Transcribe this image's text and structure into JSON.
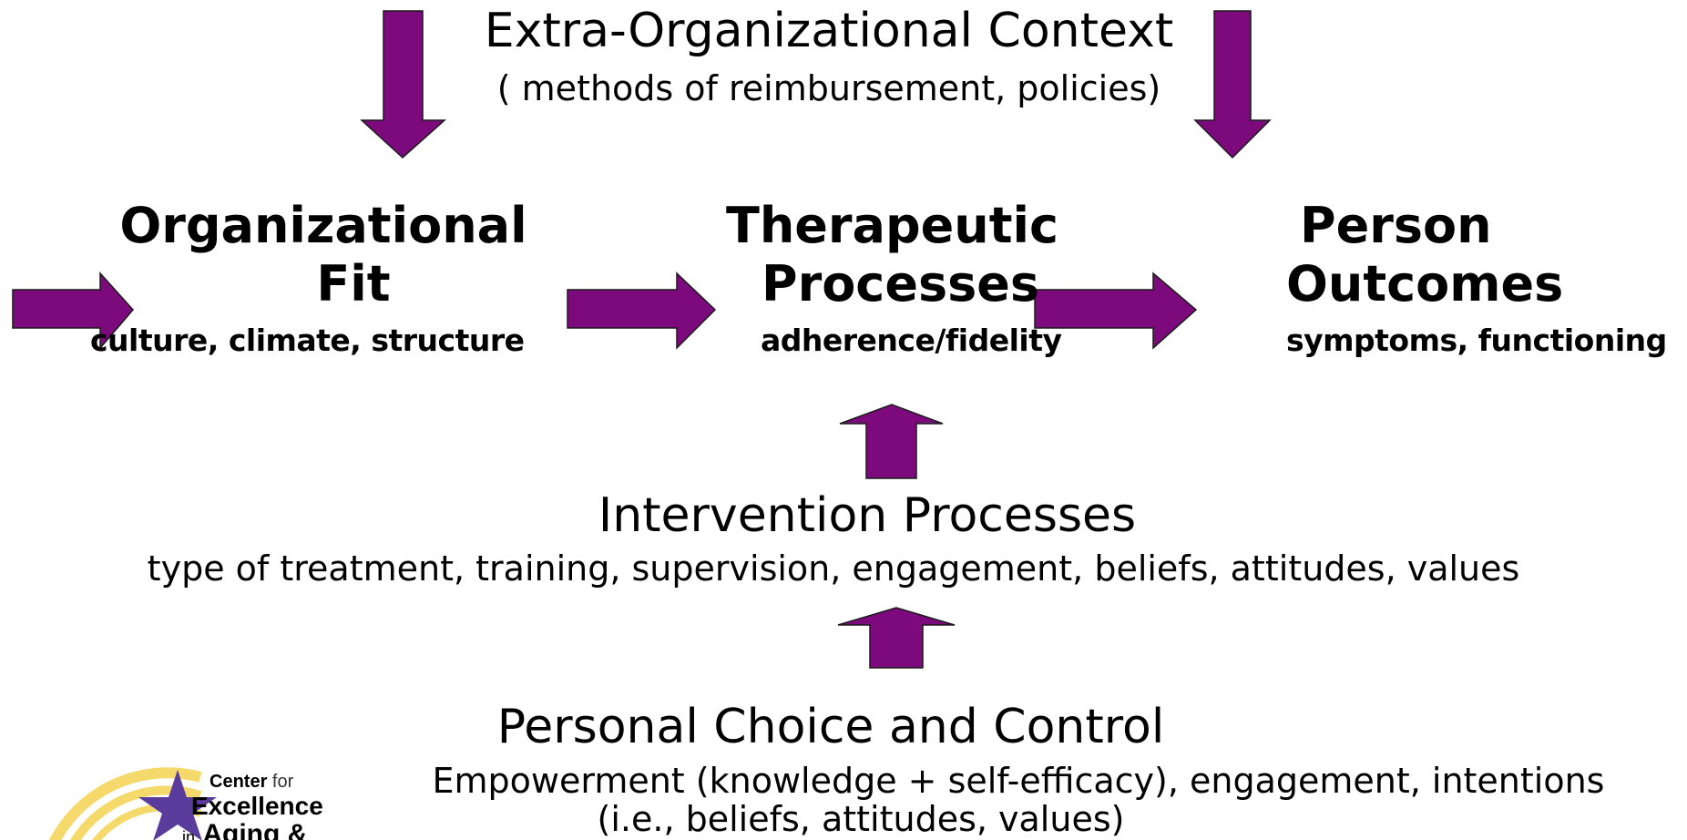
{
  "context": {
    "title": "Extra-Organizational Context",
    "subtitle": "( methods of reimbursement, policies)"
  },
  "org_fit": {
    "title_line1": "Organizational",
    "title_line2": "Fit",
    "detail": "culture, climate, structure"
  },
  "therapeutic": {
    "title_line1": "Therapeutic",
    "title_line2": "Processes",
    "detail": "adherence/fidelity"
  },
  "outcomes": {
    "title_line1": "Person",
    "title_line2": "Outcomes",
    "detail": "symptoms, functioning"
  },
  "intervention": {
    "title": "Intervention Processes",
    "detail": "type of treatment, training, supervision, engagement, beliefs, attitudes, values"
  },
  "personal": {
    "title": "Personal Choice and Control",
    "detail_line1": "Empowerment (knowledge + self-efficacy), engagement, intentions",
    "detail_line2": "(i.e., beliefs, attitudes, values)"
  },
  "logo": {
    "line1_bold": "Center",
    "line1_light": "for",
    "line2": "Excellence",
    "line3_small": "in",
    "line3_bold": "Aging &"
  },
  "colors": {
    "arrow": "#7d0a7d",
    "logo_star": "#5a3c9c",
    "logo_arc": "#f5d96b"
  }
}
